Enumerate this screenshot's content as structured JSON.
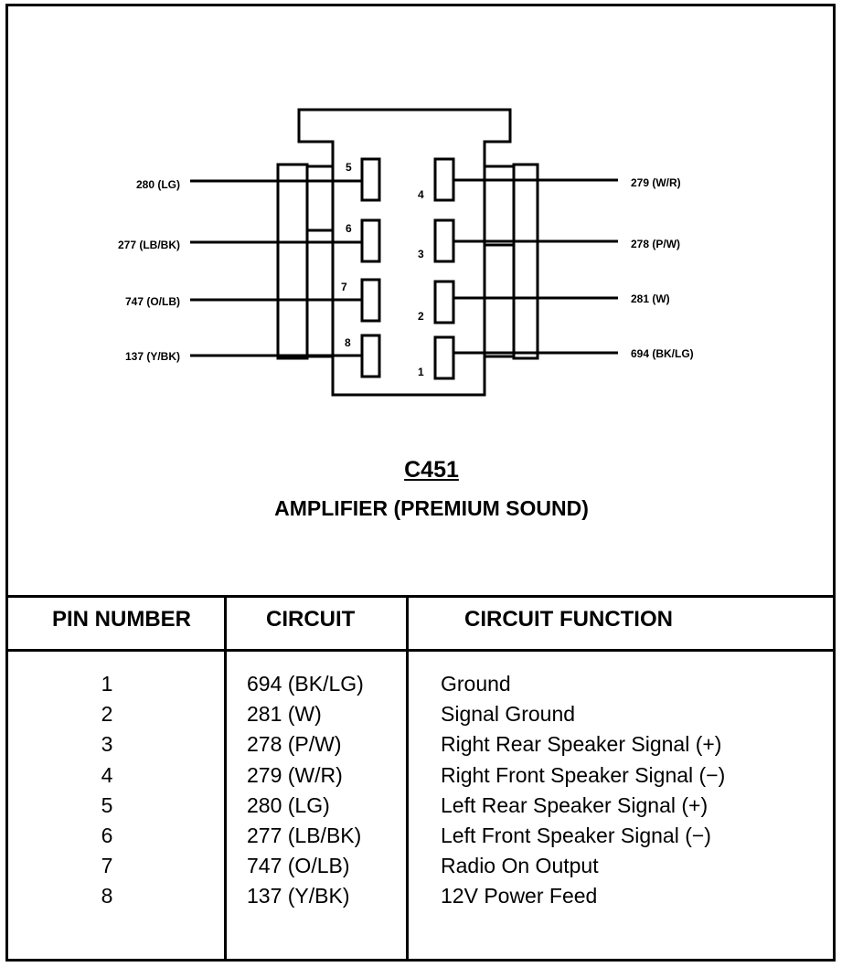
{
  "connector": {
    "id": "C451",
    "description": "AMPLIFIER (PREMIUM SOUND)",
    "left_wires": [
      {
        "pin": "5",
        "label": "280 (LG)"
      },
      {
        "pin": "6",
        "label": "277 (LB/BK)"
      },
      {
        "pin": "7",
        "label": "747 (O/LB)"
      },
      {
        "pin": "8",
        "label": "137 (Y/BK)"
      }
    ],
    "right_wires": [
      {
        "pin": "4",
        "label": "279 (W/R)"
      },
      {
        "pin": "3",
        "label": "278 (P/W)"
      },
      {
        "pin": "2",
        "label": "281 (W)"
      },
      {
        "pin": "1",
        "label": "694 (BK/LG)"
      }
    ]
  },
  "table": {
    "headers": [
      "PIN NUMBER",
      "CIRCUIT",
      "CIRCUIT FUNCTION"
    ],
    "rows": [
      {
        "pin": "1",
        "circuit": "694 (BK/LG)",
        "function": "Ground"
      },
      {
        "pin": "2",
        "circuit": "281 (W)",
        "function": "Signal Ground"
      },
      {
        "pin": "3",
        "circuit": "278 (P/W)",
        "function": "Right Rear Speaker Signal (+)"
      },
      {
        "pin": "4",
        "circuit": "279 (W/R)",
        "function": "Right Front Speaker Signal (−)"
      },
      {
        "pin": "5",
        "circuit": "280 (LG)",
        "function": "Left Rear Speaker Signal (+)"
      },
      {
        "pin": "6",
        "circuit": "277 (LB/BK)",
        "function": "Left Front Speaker Signal (−)"
      },
      {
        "pin": "7",
        "circuit": "747 (O/LB)",
        "function": "Radio On Output"
      },
      {
        "pin": "8",
        "circuit": "137 (Y/BK)",
        "function": "12V Power Feed"
      }
    ]
  }
}
